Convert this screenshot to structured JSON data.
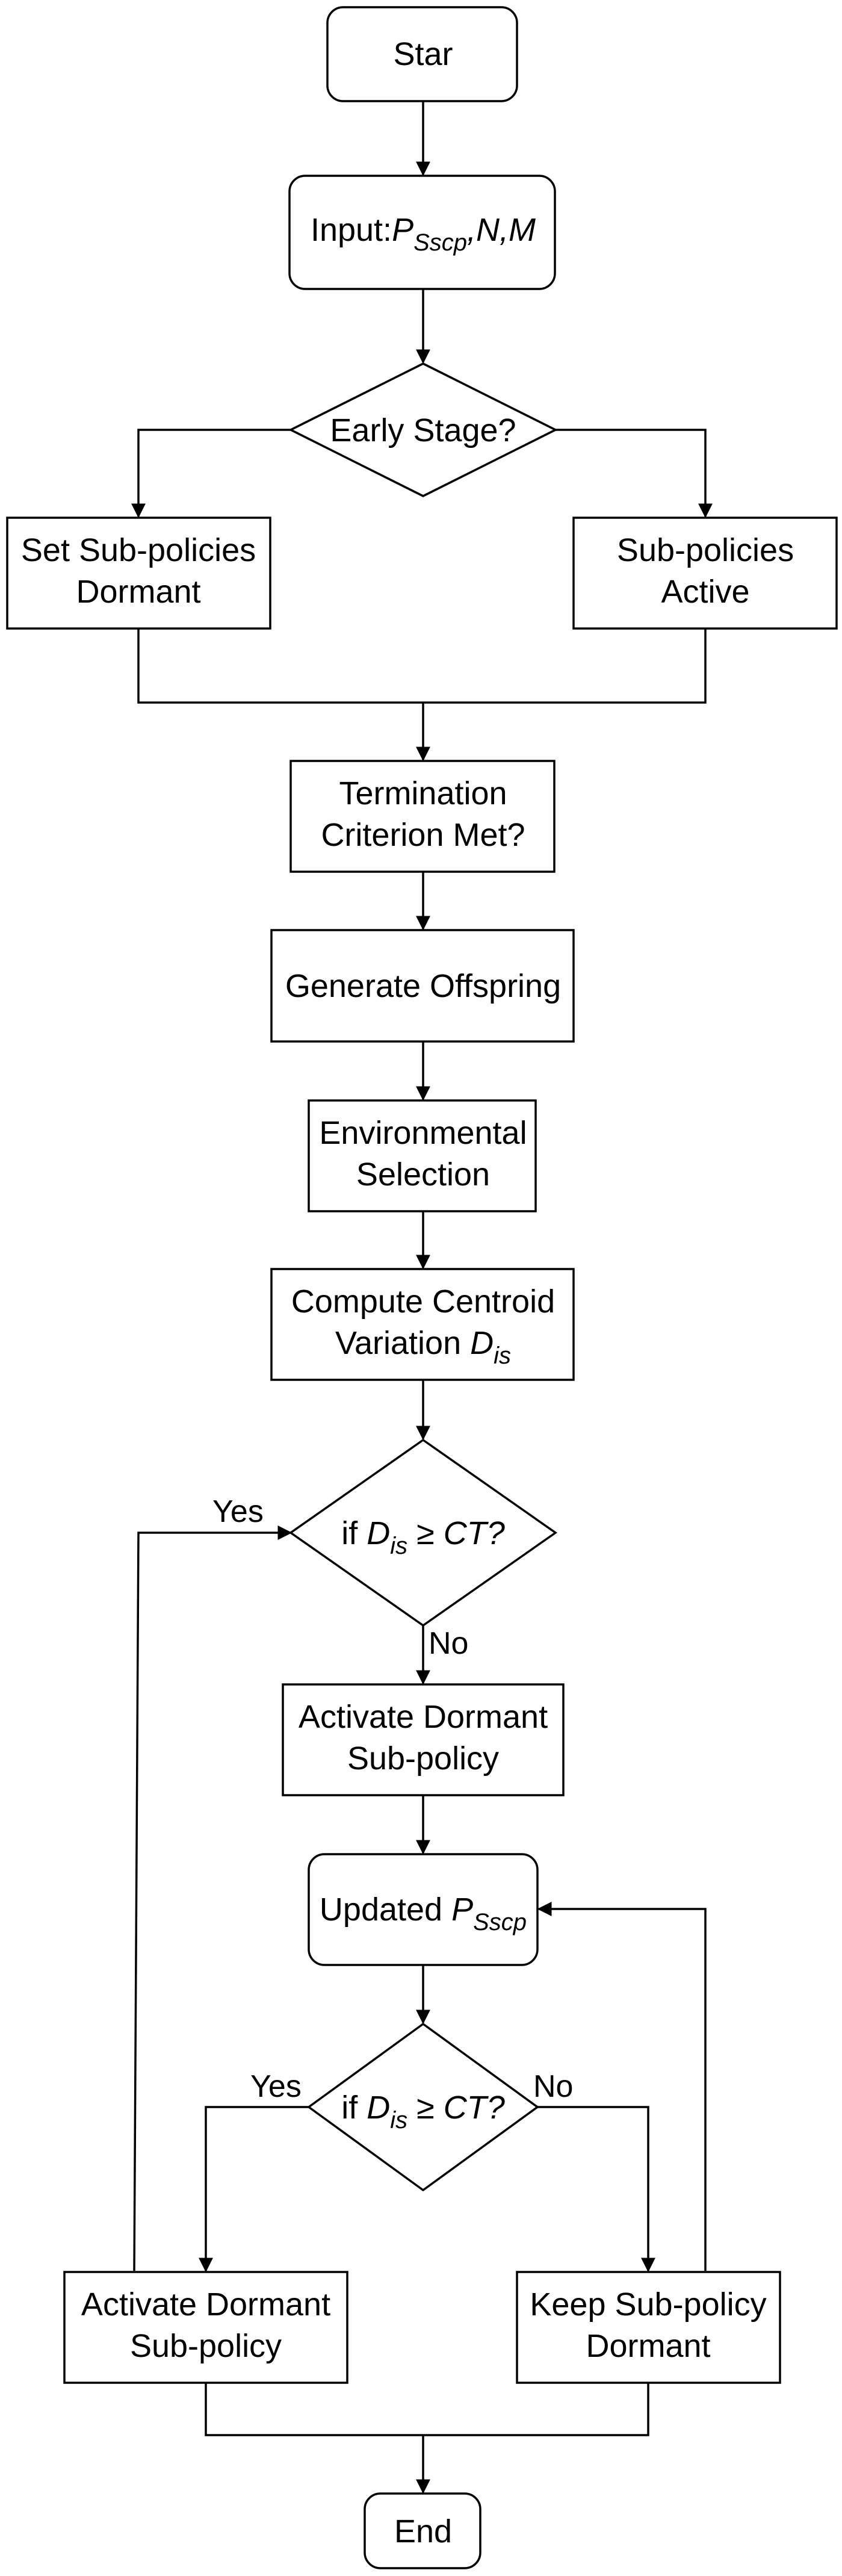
{
  "nodes": {
    "start": {
      "label": "Star"
    },
    "input": {
      "prefix": "Input:",
      "p": "P",
      "p_sub": "Sscp",
      "rest": ",N,M"
    },
    "early_stage": {
      "label": "Early Stage?"
    },
    "set_dormant": {
      "line1": "Set Sub-policies",
      "line2": "Dormant"
    },
    "sub_active": {
      "line1": "Sub-policies",
      "line2": "Active"
    },
    "termination": {
      "line1": "Termination",
      "line2": "Criterion Met?"
    },
    "generate": {
      "label": "Generate Offspring"
    },
    "env_selection": {
      "line1": "Environmental",
      "line2": "Selection"
    },
    "centroid": {
      "line1": "Compute Centroid",
      "line2_prefix": "Variation ",
      "d": "D",
      "d_sub": "is"
    },
    "decision1": {
      "prefix": "if ",
      "d": "D",
      "d_sub": "is",
      "rest": " ≥ CT?"
    },
    "activate1": {
      "line1": "Activate Dormant",
      "line2": "Sub-policy"
    },
    "updated": {
      "prefix": "Updated ",
      "p": "P",
      "p_sub": "Sscp"
    },
    "decision2": {
      "prefix": "if ",
      "d": "D",
      "d_sub": "is",
      "rest": " ≥ CT?"
    },
    "activate2": {
      "line1": "Activate Dormant",
      "line2": "Sub-policy"
    },
    "keep_dormant": {
      "line1": "Keep Sub-policy",
      "line2": "Dormant"
    },
    "end": {
      "label": "End"
    }
  },
  "edge_labels": {
    "d1_yes": "Yes",
    "d1_no": "No",
    "d2_yes": "Yes",
    "d2_no": "No"
  }
}
